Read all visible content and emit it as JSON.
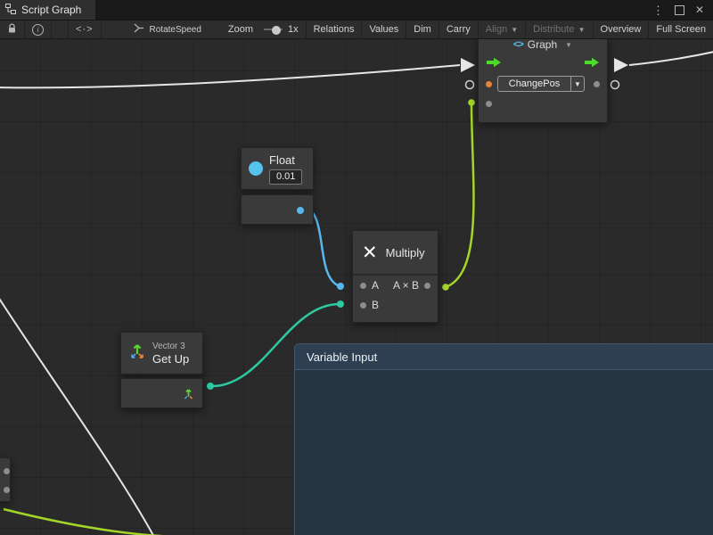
{
  "window": {
    "tab_title": "Script Graph"
  },
  "toolbar": {
    "graph_name": "RotateSpeed",
    "zoom_label": "Zoom",
    "zoom_value": "1x",
    "buttons": {
      "relations": "Relations",
      "values": "Values",
      "dim": "Dim",
      "carry": "Carry",
      "align": "Align",
      "distribute": "Distribute",
      "overview": "Overview",
      "full_screen": "Full Screen"
    }
  },
  "nodes": {
    "graph": {
      "title": "Graph",
      "dropdown_value": "ChangePos"
    },
    "float": {
      "title": "Float",
      "value": "0.01"
    },
    "multiply": {
      "title": "Multiply",
      "input_a": "A",
      "input_b": "B",
      "output": "A × B"
    },
    "vector3": {
      "type_label": "Vector 3",
      "title": "Get Up"
    }
  },
  "group": {
    "title": "Variable Input"
  },
  "colors": {
    "wire_white": "#e6e6e6",
    "wire_green": "#a3d629",
    "wire_blue": "#58b7ef",
    "wire_teal": "#2ec9a0",
    "flow_arrow_green": "#4cdb2a",
    "port_orange": "#e8833a",
    "float_icon_blue": "#56c2ee",
    "group_header": "#2d3f50"
  }
}
